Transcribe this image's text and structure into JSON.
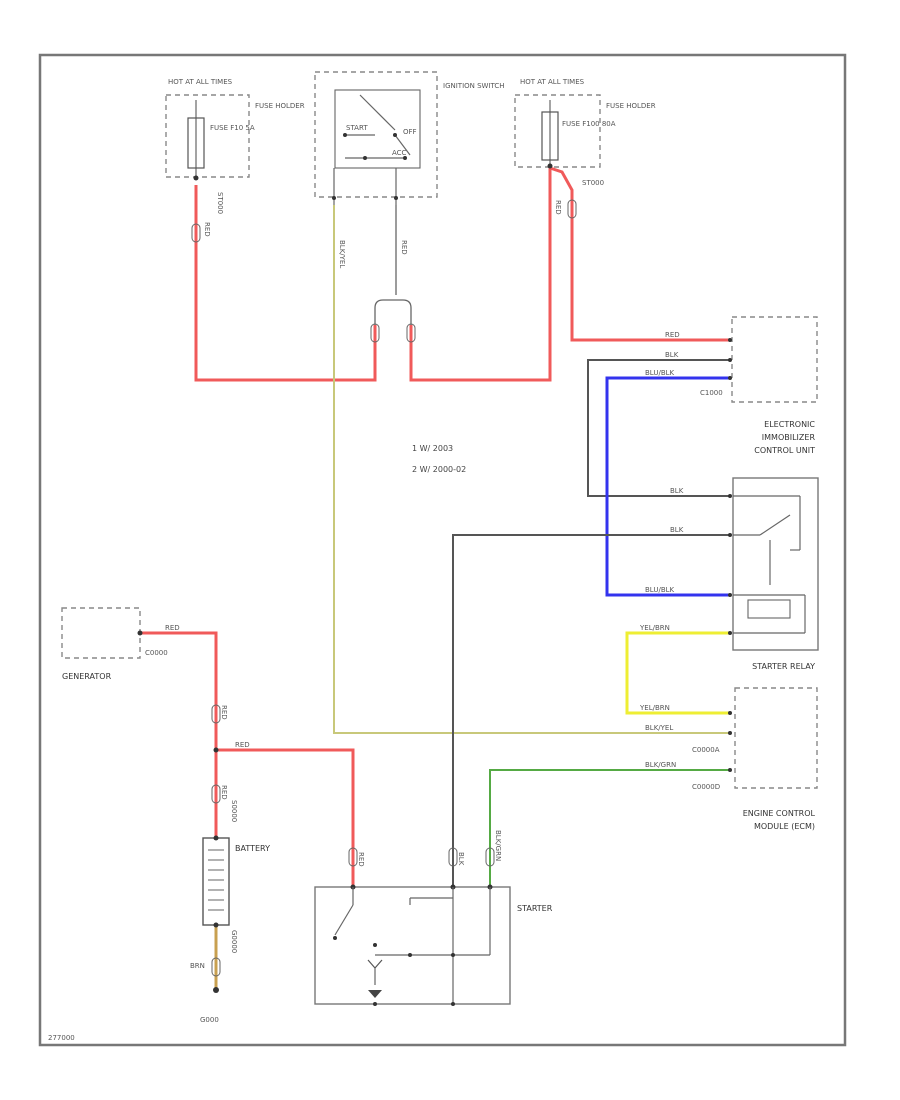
{
  "colors": {
    "red": "#f05a5a",
    "gray": "#555555",
    "blue": "#3333ee",
    "yellow": "#eeee33",
    "yellowgreen": "#c8c87a",
    "green": "#55aa44",
    "brown": "#c8a050",
    "frame": "#777777"
  },
  "fuse_left": {
    "hot_label": "HOT AT ALL TIMES",
    "holder_label": "FUSE HOLDER",
    "fuse_label": "FUSE F10 5A",
    "wire_id": "ST000"
  },
  "ignition": {
    "label": "IGNITION SWITCH",
    "start": "START",
    "off": "OFF",
    "acc": "ACC"
  },
  "fuse_right": {
    "hot_label": "HOT AT ALL TIMES",
    "holder_label": "FUSE HOLDER",
    "fuse_label": "FUSE F100 80A",
    "wire_id": "ST000"
  },
  "wires": {
    "red": "RED",
    "blk": "BLK",
    "blu_blk": "BLU/BLK",
    "yel_brn": "YEL/BRN",
    "blk_yel": "BLK/YEL",
    "blk_grn": "BLK/GRN",
    "brn": "BRN",
    "s": "S0000",
    "g": "G0000"
  },
  "legend": {
    "item1": "1   W/ 2003",
    "item2": "2   W/ 2000-02"
  },
  "immobilizer": {
    "label_line1": "ELECTRONIC",
    "label_line2": "IMMOBILIZER",
    "label_line3": "CONTROL UNIT",
    "connector": "C1000"
  },
  "starter_relay": {
    "label": "STARTER RELAY"
  },
  "ecm": {
    "label_line1": "ENGINE CONTROL",
    "label_line2": "MODULE (ECM)",
    "connector1": "C0000A",
    "connector2": "C0000D"
  },
  "generator": {
    "label": "GENERATOR",
    "connector": "C0000"
  },
  "battery": {
    "label": "BATTERY",
    "ground": "G000"
  },
  "starter": {
    "label": "STARTER"
  },
  "footer": {
    "code": "277000"
  }
}
